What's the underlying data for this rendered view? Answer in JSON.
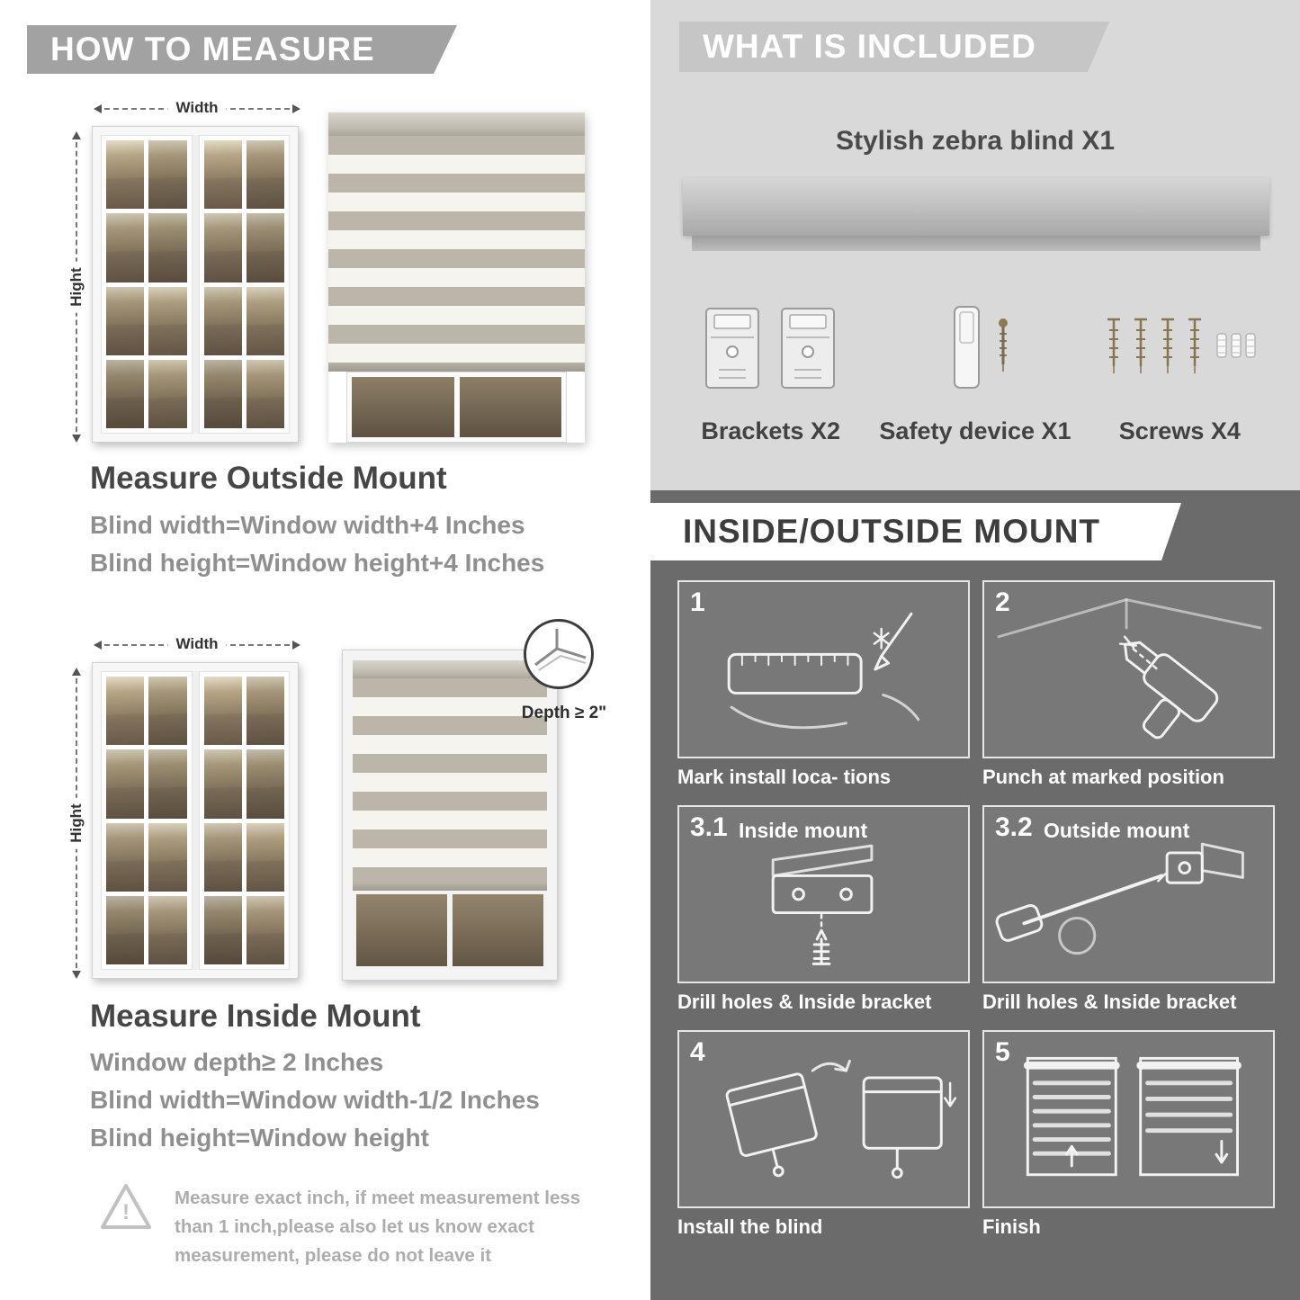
{
  "colors": {
    "banner_gray": "#a2a2a2",
    "included_bg": "#d9d9d9",
    "included_banner": "#c6c6c6",
    "mount_bg": "#6b6b6b",
    "heading_dark": "#464646",
    "body_gray": "#8f8f8f"
  },
  "left": {
    "header": "HOW TO MEASURE",
    "labels": {
      "width": "Width",
      "height": "Hight"
    },
    "outside": {
      "title": "Measure Outside Mount",
      "lines": [
        "Blind width=Window width+4 Inches",
        "Blind height=Window height+4 Inches"
      ]
    },
    "inside": {
      "depth_label": "Depth ≥ 2\"",
      "title": "Measure Inside Mount",
      "lines": [
        "Window depth≥ 2 Inches",
        "Blind width=Window width-1/2 Inches",
        "Blind height=Window height"
      ]
    },
    "warning": {
      "icon": "!",
      "text": "Measure exact inch, if meet measurement less than 1 inch,please also let us know exact measurement, please do not leave it"
    }
  },
  "right": {
    "included": {
      "header": "WHAT IS INCLUDED",
      "product": "Stylish zebra blind X1",
      "items": [
        {
          "label": "Brackets X2",
          "icon": "brackets-icon"
        },
        {
          "label": "Safety device X1",
          "icon": "safety-device-icon"
        },
        {
          "label": "Screws X4",
          "icon": "screws-icon"
        }
      ]
    },
    "mount": {
      "header": "INSIDE/OUTSIDE MOUNT",
      "steps": [
        {
          "num": "1",
          "caption": "Mark install loca- tions"
        },
        {
          "num": "2",
          "caption": "Punch at  marked position"
        },
        {
          "num": "3.1",
          "label": "Inside mount",
          "caption": "Drill holes &  Inside bracket"
        },
        {
          "num": "3.2",
          "label": "Outside mount",
          "caption": "Drill holes &  Inside bracket"
        },
        {
          "num": "4",
          "caption": "Install the blind"
        },
        {
          "num": "5",
          "caption": "Finish"
        }
      ]
    }
  }
}
